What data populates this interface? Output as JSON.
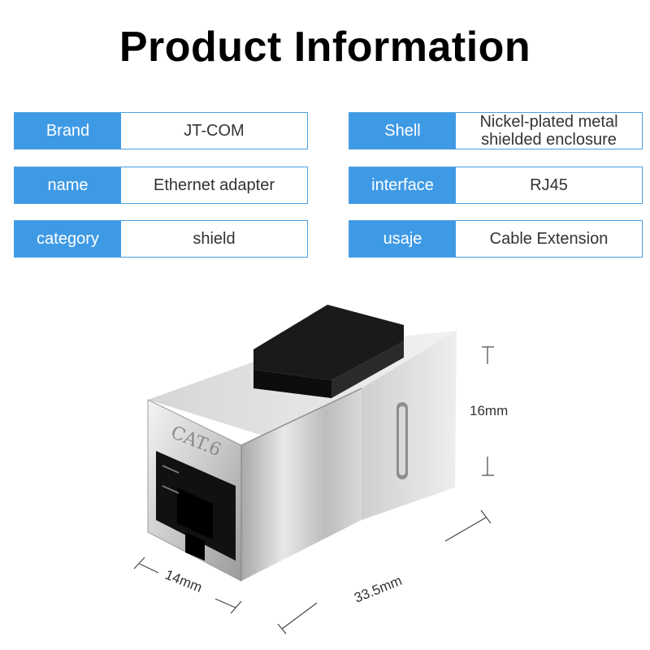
{
  "title": "Product Information",
  "specs": [
    {
      "key": "Brand",
      "value": "JT-COM"
    },
    {
      "key": "Shell",
      "value_lines": [
        "Nickel-plated metal",
        "shielded enclosure"
      ]
    },
    {
      "key": "name",
      "value": "Ethernet adapter"
    },
    {
      "key": "interface",
      "value": "RJ45"
    },
    {
      "key": "category",
      "value": "shield"
    },
    {
      "key": "usaje",
      "value": "Cable Extension"
    }
  ],
  "product": {
    "marking": "CAT.6",
    "dimensions": {
      "height": "16mm",
      "width": "14mm",
      "length": "33.5mm"
    }
  },
  "colors": {
    "accent": "#3f9ae6",
    "border": "#4a9fe0"
  }
}
